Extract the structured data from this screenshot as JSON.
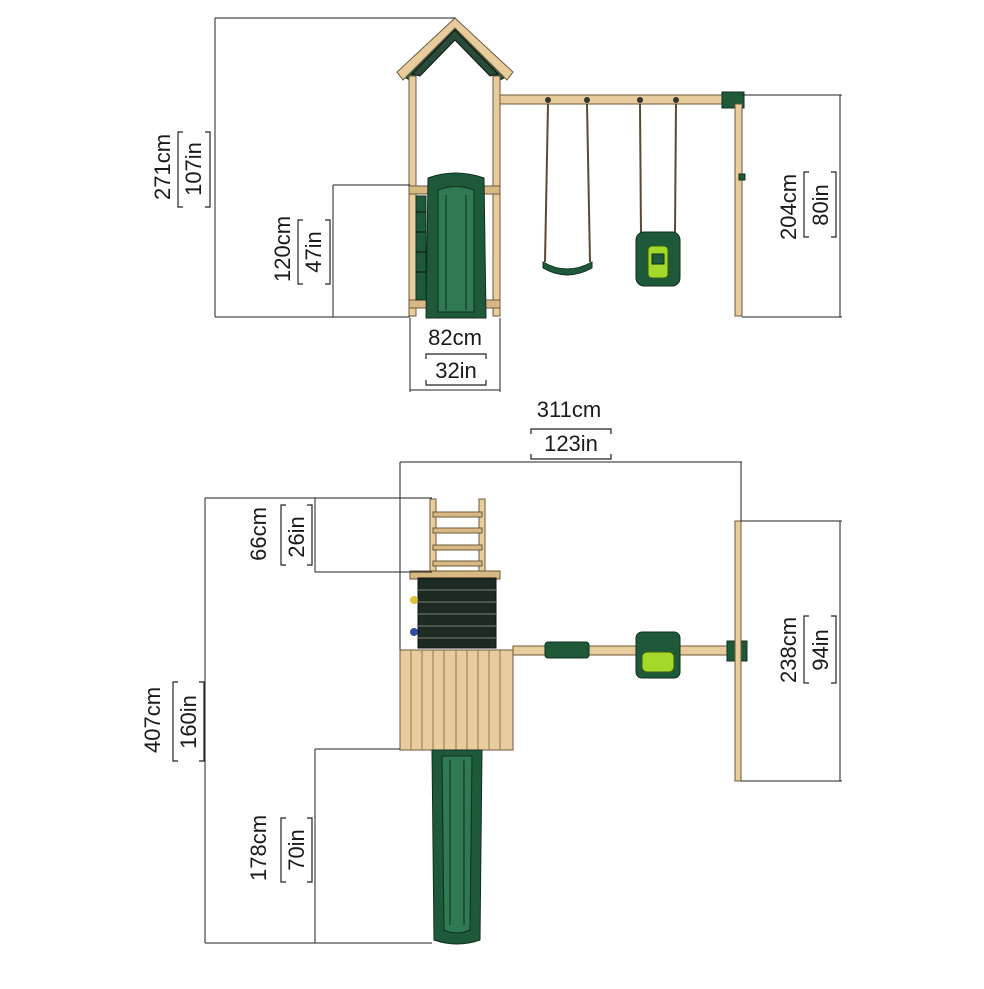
{
  "front_view": {
    "total_height": {
      "cm": "271cm",
      "in": "107in"
    },
    "platform_height": {
      "cm": "120cm",
      "in": "47in"
    },
    "tower_width": {
      "cm": "82cm",
      "in": "32in"
    },
    "swing_beam_height": {
      "cm": "204cm",
      "in": "80in"
    }
  },
  "top_view": {
    "total_width": {
      "cm": "311cm",
      "in": "123in"
    },
    "ladder_length": {
      "cm": "66cm",
      "in": "26in"
    },
    "total_depth": {
      "cm": "407cm",
      "in": "160in"
    },
    "slide_length": {
      "cm": "178cm",
      "in": "70in"
    },
    "aframe_width": {
      "cm": "238cm",
      "in": "94in"
    }
  },
  "colors": {
    "wood": "#e8cc9b",
    "slide_green": "#1e5a3a",
    "seat_lime": "#a4d92a"
  }
}
